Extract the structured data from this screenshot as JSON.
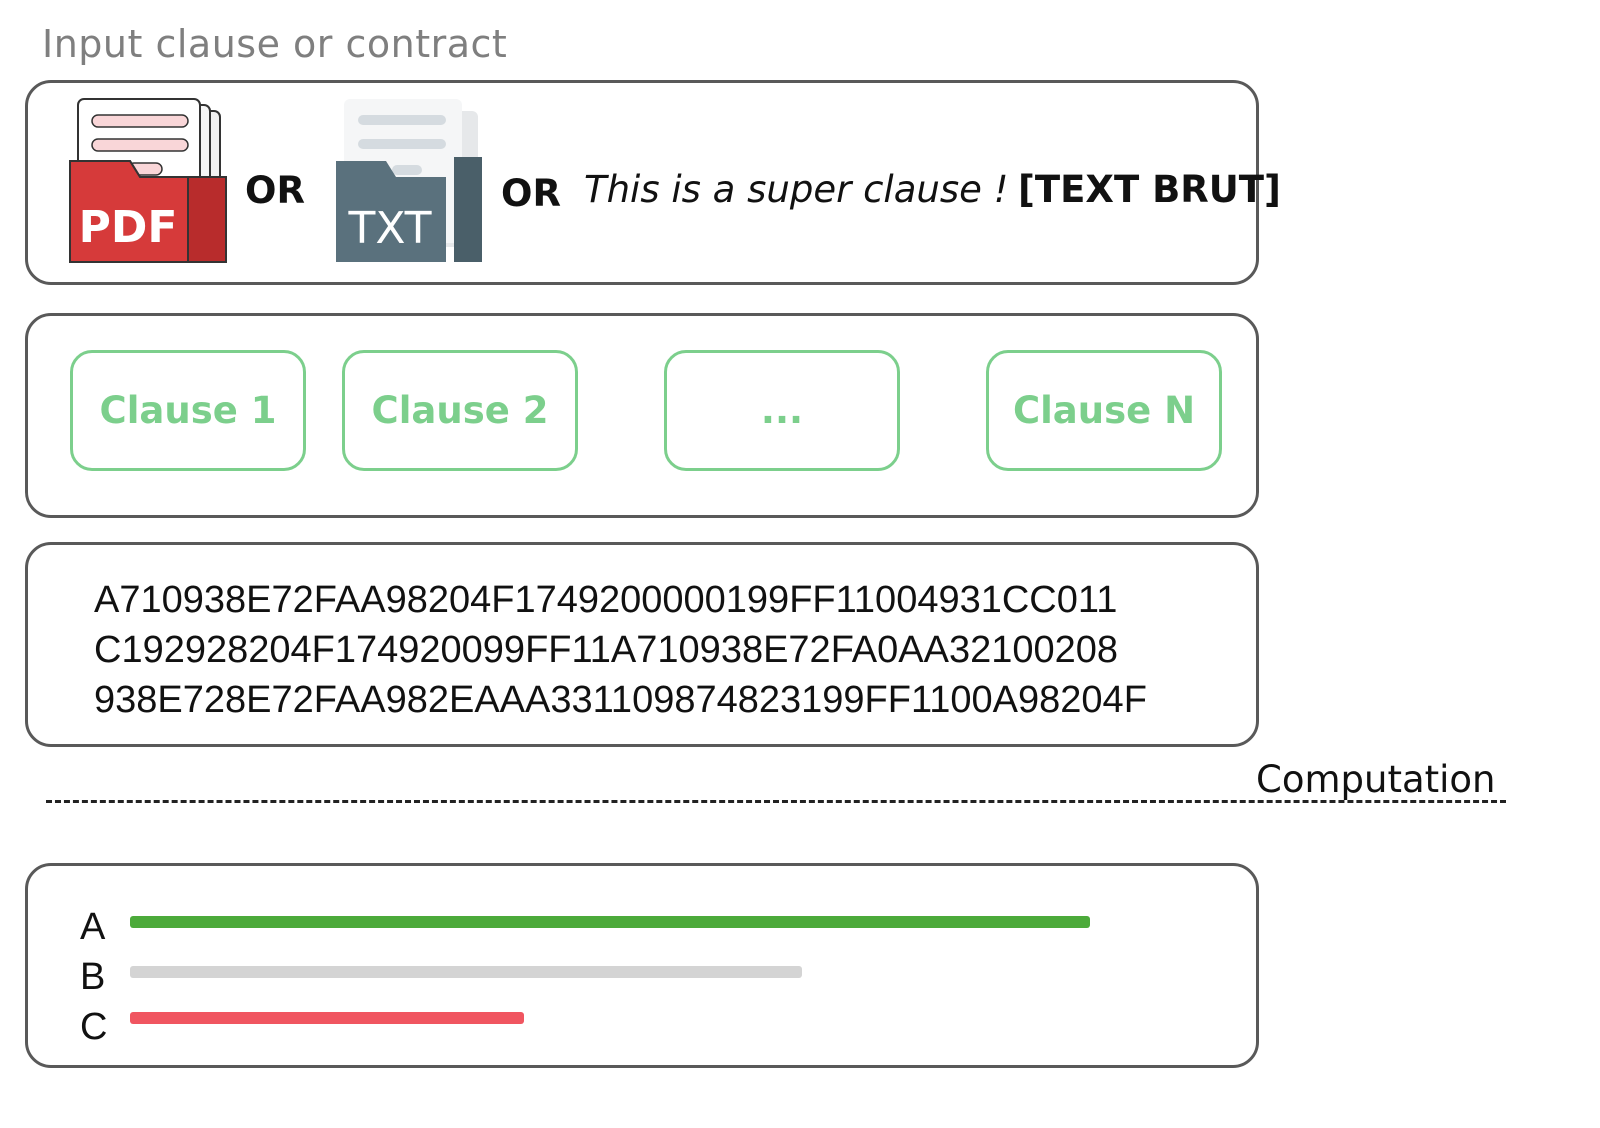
{
  "header": {
    "title": "Input clause or contract"
  },
  "input": {
    "pdf_label": "PDF",
    "txt_label": "TXT",
    "or_label": "OR",
    "raw_example": "This is a super clause !",
    "raw_tag": "[TEXT BRUT]"
  },
  "clauses": [
    {
      "label": "Clause 1"
    },
    {
      "label": "Clause 2"
    },
    {
      "label": "..."
    },
    {
      "label": "Clause N"
    }
  ],
  "hash_lines": [
    "A710938E72FAA98204F1749200000199FF11004931CC011",
    "C192928204F174920099FF11A710938E72FA0AA32100208",
    "938E728E72FAA982EAAA331109874823199FF1100A98204F"
  ],
  "separator": {
    "label": "Computation"
  },
  "results": [
    {
      "label": "A",
      "fraction": 1.0,
      "color": "#4caa3a"
    },
    {
      "label": "B",
      "fraction": 0.7,
      "color": "#d4d4d4"
    },
    {
      "label": "C",
      "fraction": 0.41,
      "color": "#f05560"
    }
  ],
  "colors": {
    "pdf_red": "#d63a3a",
    "txt_slate": "#5a717d",
    "clause_green": "#7ccf8c",
    "border": "#595959"
  }
}
